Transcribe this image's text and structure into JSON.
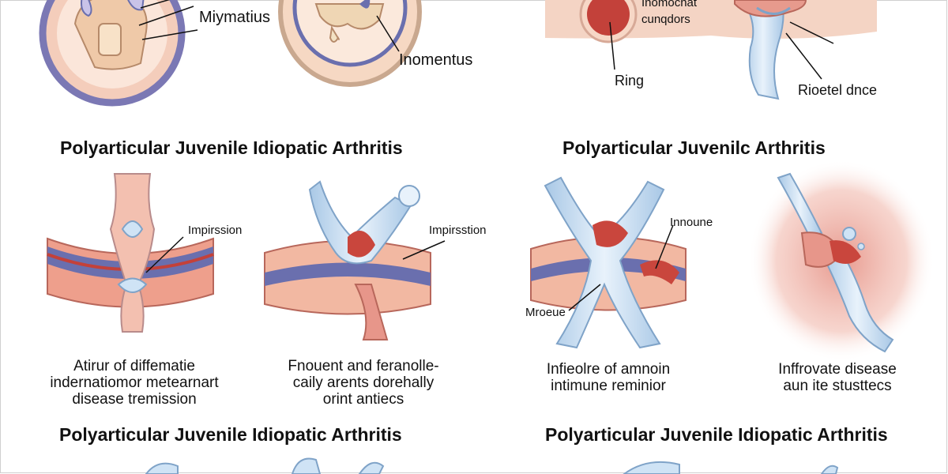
{
  "colors": {
    "skin": "#f1b9a4",
    "skin_light": "#fbe3d8",
    "flesh": "#e7968a",
    "red": "#c9463d",
    "blue_band": "#6a6fae",
    "bone_blue": "#cfe3f5",
    "bone_stroke": "#7fa3c8",
    "cartilage": "#e9dfcf"
  },
  "labels": {
    "top_myimatius": "Miymatius",
    "top_inomentus": "Inomentus",
    "top_inomochat": "Inomochat",
    "top_cunqdors": "cunqdors",
    "top_ring": "Ring",
    "top_rioetel": "Rioetel dnce",
    "mid_impression_1": "Impirssion",
    "mid_impression_2": "Impirsstion",
    "mid_innoune": "Innoune",
    "mid_mroeue": "Mroeue"
  },
  "titles": {
    "row1_left": "Polyarticular Juvenile Idiopatic Arthritis",
    "row1_right": "Polyarticular Juvenilc Arthritis",
    "row2_left": "Polyarticular Juvenile Idiopatic Arthritis",
    "row2_right": "Polyarticular Juvenile Idiopatic Arthritis"
  },
  "captions": {
    "c1": [
      "Atirur of diffematie",
      "indernatiomor metearnart",
      "disease tremission"
    ],
    "c2": [
      "Fnouent and feranolle-",
      "caily arents dorehally",
      "orint antiecs"
    ],
    "c3": [
      "Infieolre of amnoin",
      "intimune reminior"
    ],
    "c4": [
      "Inffrovate disease",
      "aun ite stusttecs"
    ]
  }
}
